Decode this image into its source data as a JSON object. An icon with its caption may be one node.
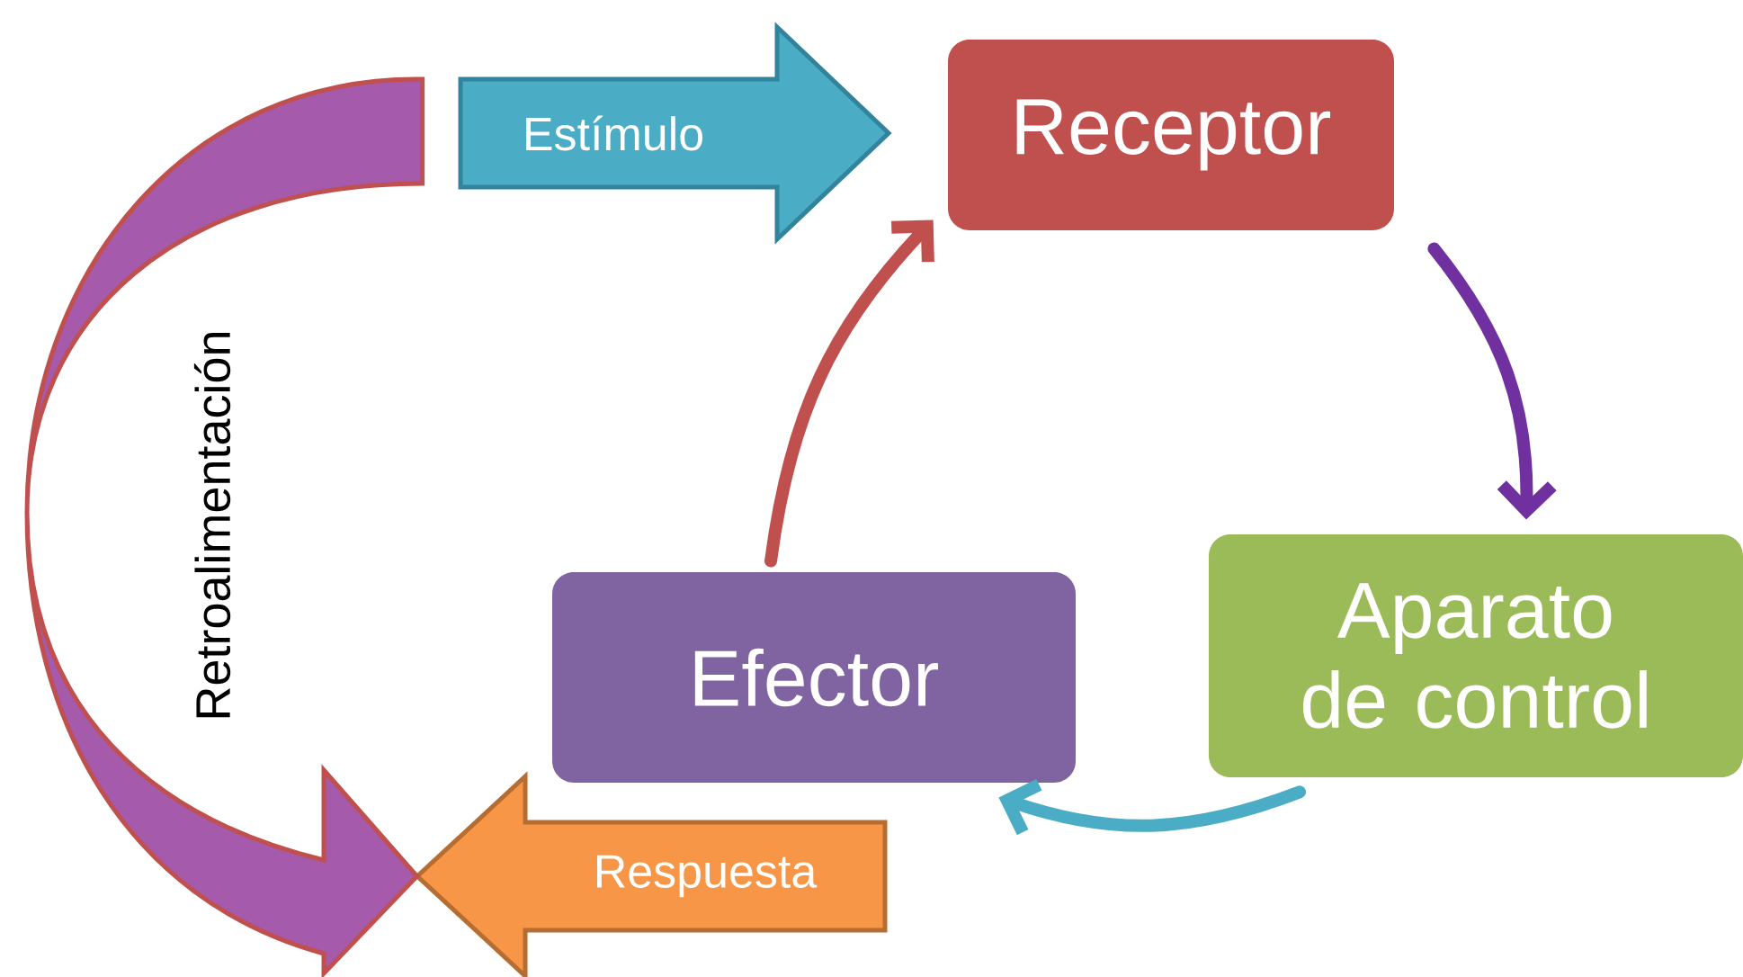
{
  "diagram": {
    "nodes": [
      {
        "text": [
          "Receptor"
        ]
      },
      {
        "text": [
          "Aparato de control"
        ]
      },
      {
        "text": [
          "Efector"
        ]
      },
      {
        "text": [
          "Estímulo"
        ]
      },
      {
        "text": [
          "Respuesta"
        ]
      }
    ],
    "edges": [
      {
        "from": 2,
        "to": 0,
        "arrow": "to",
        "color": "#c0504d"
      },
      {
        "from": 0,
        "to": 1,
        "arrow": "to",
        "color": "#7030a0"
      },
      {
        "from": 1,
        "to": 2,
        "arrow": "to",
        "color": "#4bacc6"
      },
      {
        "from": 3,
        "to": 4,
        "arrow": "to",
        "label": "Retroalimentación",
        "style": "thick",
        "color": "#c0504d"
      }
    ]
  }
}
